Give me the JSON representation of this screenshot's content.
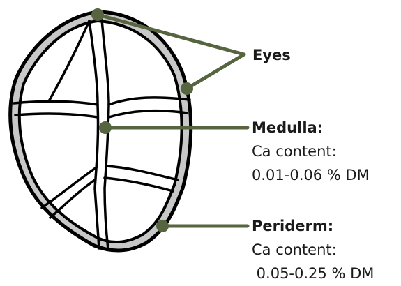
{
  "colors": {
    "outline": "#000000",
    "periderm_fill": "#c8c8c8",
    "pointer": "#56653f",
    "text": "#1a1a1a"
  },
  "labels": {
    "eyes": {
      "title": "Eyes"
    },
    "medulla": {
      "title": "Medulla:",
      "line1": "Ca content:",
      "line2": "0.01-0.06 % DM"
    },
    "periderm": {
      "title": "Periderm:",
      "line1": "Ca content:",
      "line2": " 0.05-0.25 % DM"
    }
  }
}
